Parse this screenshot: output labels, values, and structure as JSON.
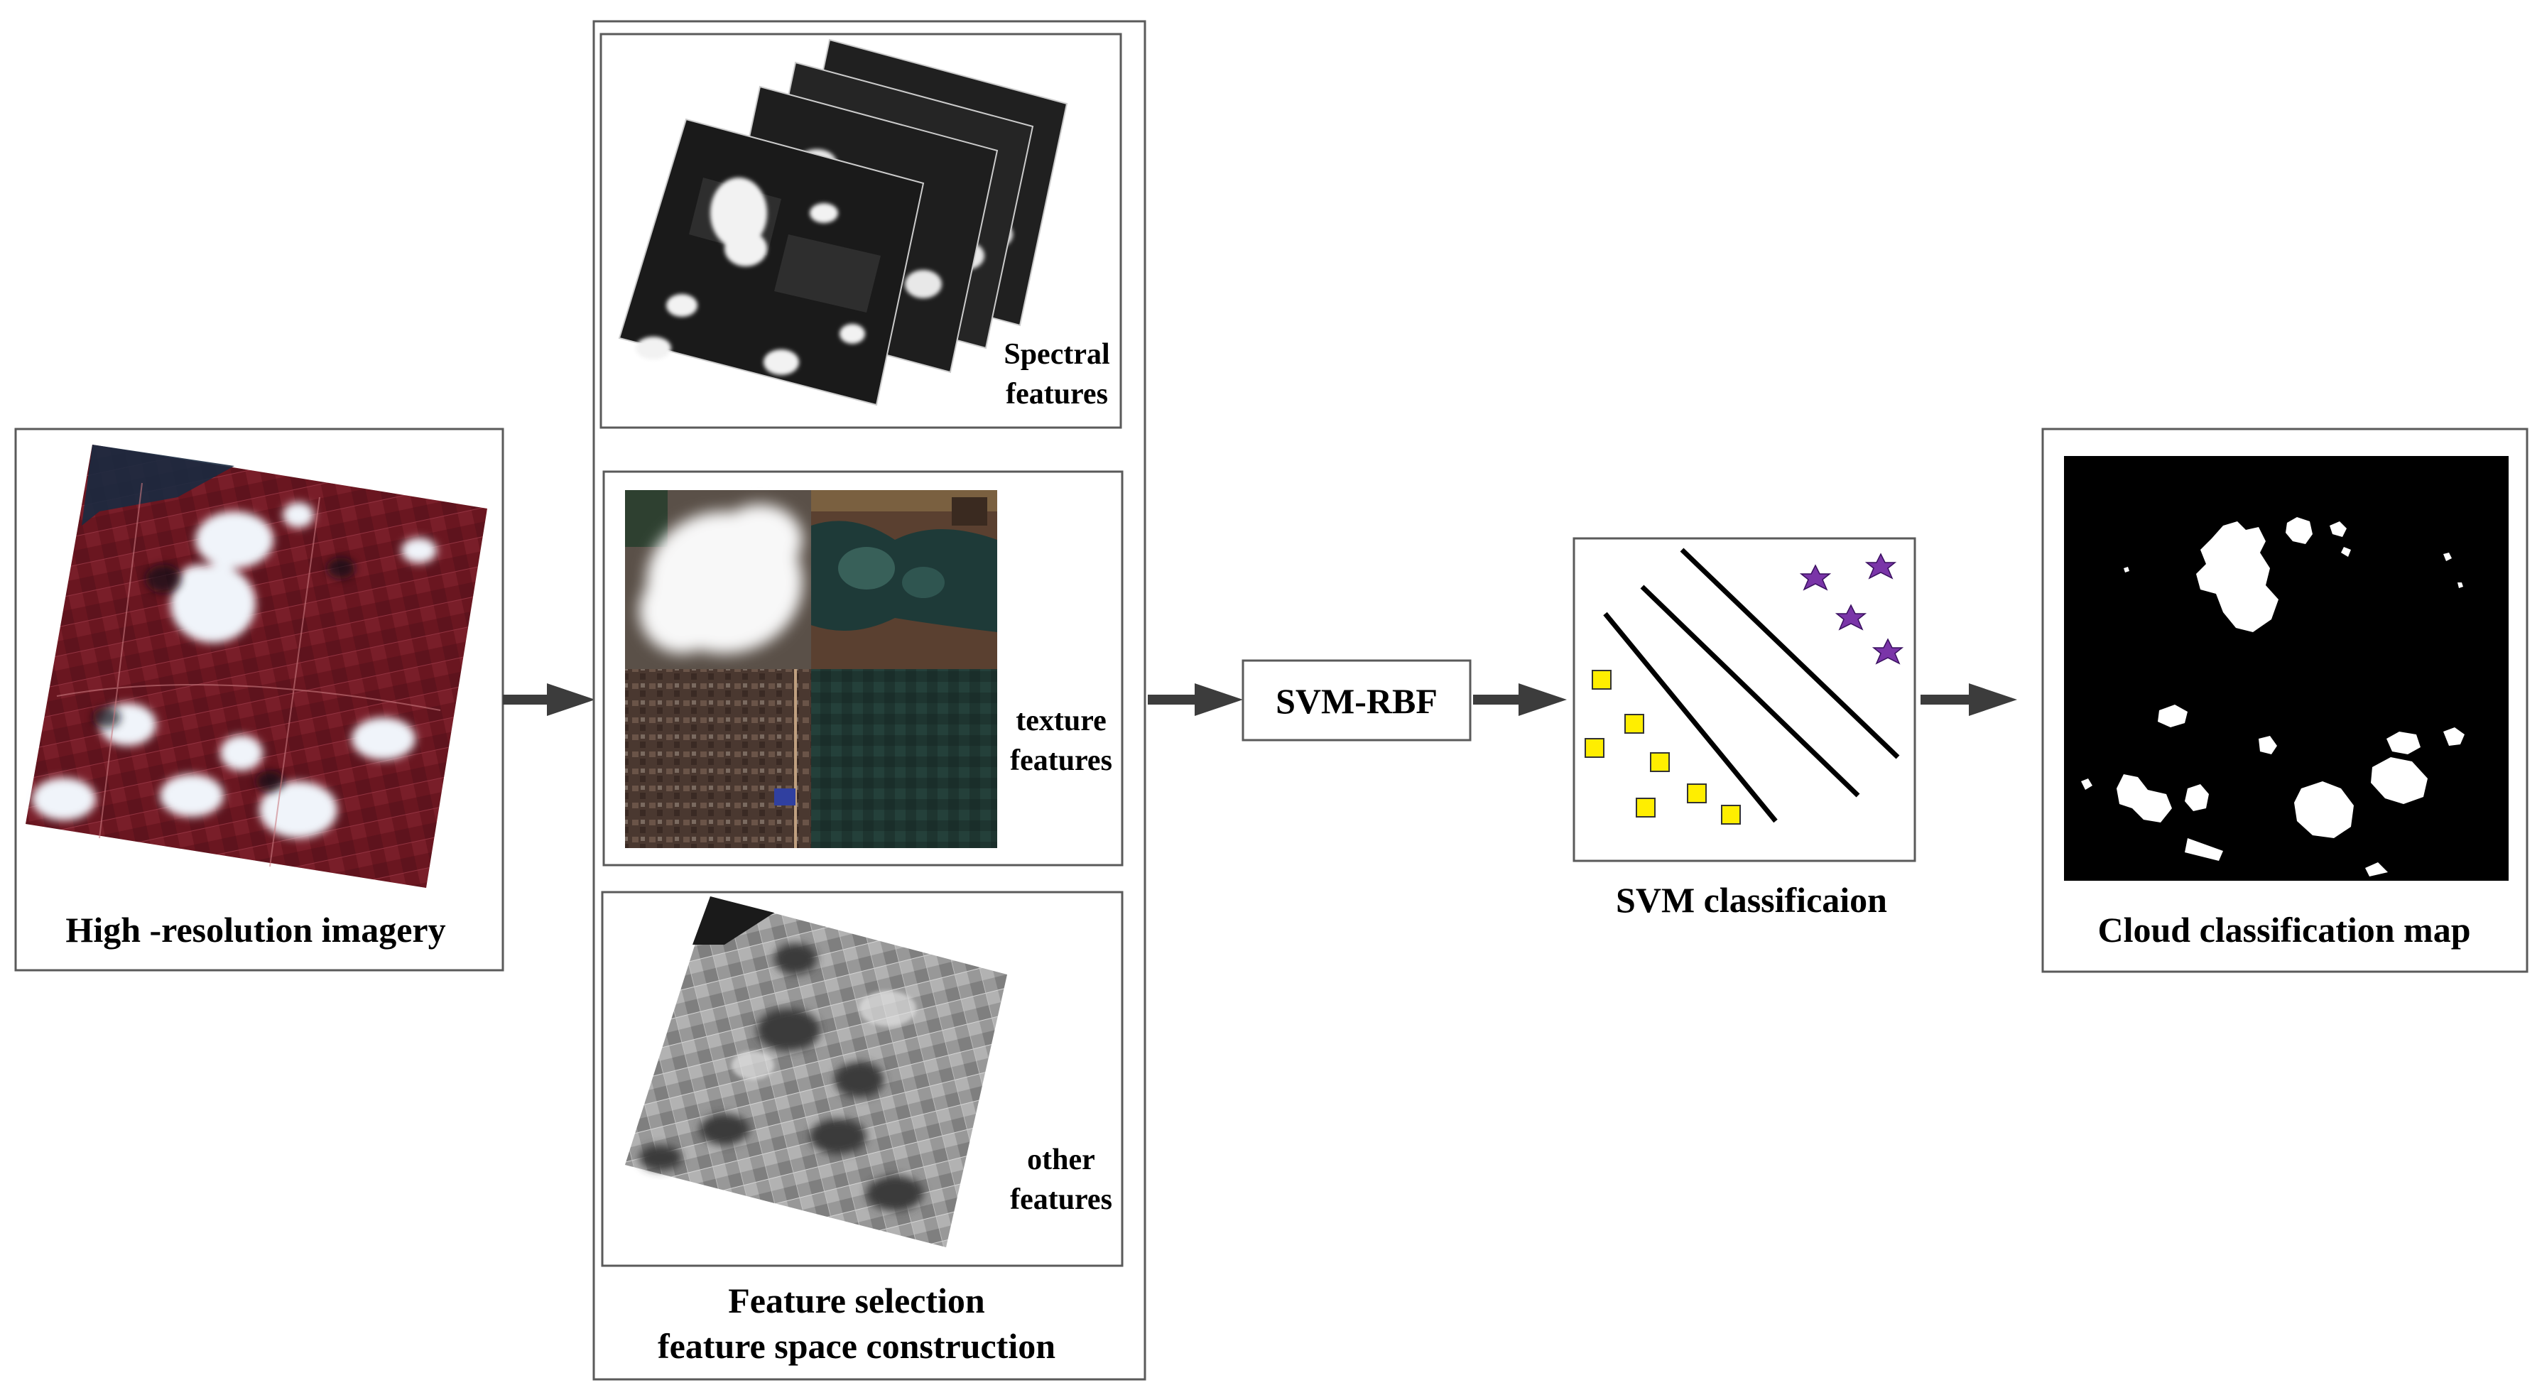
{
  "input_panel": {
    "caption": "High -resolution imagery"
  },
  "feature_panel": {
    "spectral_label_line1": "Spectral",
    "spectral_label_line2": "features",
    "texture_label_line1": "texture",
    "texture_label_line2": "features",
    "other_label_line1": "other",
    "other_label_line2": "features",
    "caption_line1": "Feature selection",
    "caption_line2": "feature space construction"
  },
  "svm_box": {
    "label": "SVM-RBF"
  },
  "svm_classification": {
    "caption": "SVM classificaion"
  },
  "output_panel": {
    "caption": "Cloud classification map"
  },
  "colors": {
    "arrow": "#3c3c3c",
    "border": "#5a5a5a",
    "square_marker": "#ffee00",
    "star_marker": "#7a35a8",
    "vegetation_red": "#8a1f2a",
    "cloud_white": "#f2f4f8"
  }
}
